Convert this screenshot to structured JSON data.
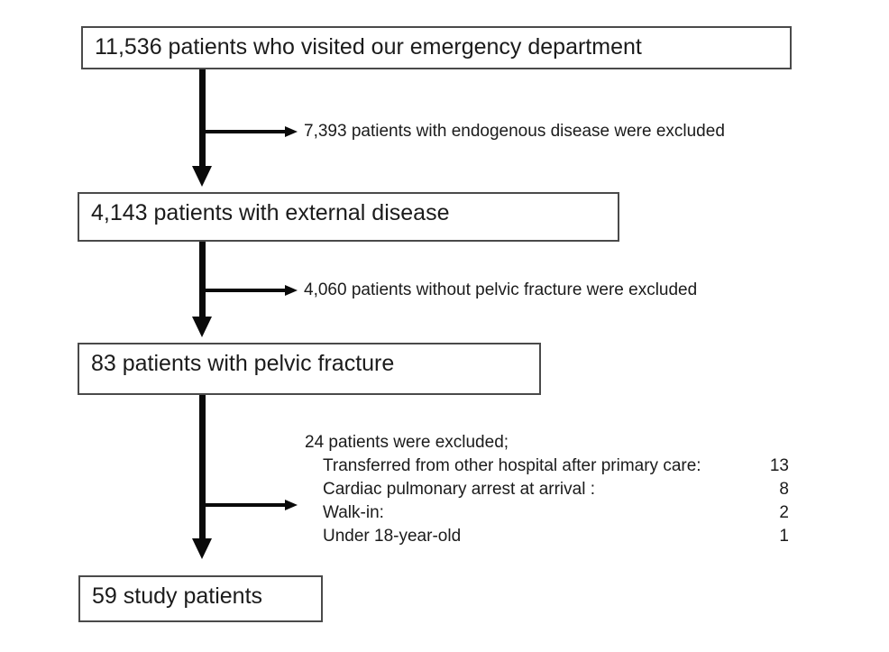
{
  "flowchart": {
    "boxes": [
      {
        "id": "visited-ed",
        "label": "11,536 patients who visited our emergency department"
      },
      {
        "id": "external-disease",
        "label": "4,143 patients with external disease"
      },
      {
        "id": "pelvic-fracture",
        "label": "83 patients with pelvic fracture"
      },
      {
        "id": "study-patients",
        "label": "59 study patients"
      }
    ],
    "exclusions": [
      {
        "text": "7,393 patients with endogenous disease were excluded"
      },
      {
        "text": "4,060 patients without pelvic fracture were excluded"
      },
      {
        "header": "24 patients were excluded;",
        "items": [
          {
            "label": "Transferred from other hospital after primary care:",
            "value": "13"
          },
          {
            "label": "Cardiac pulmonary arrest at arrival :",
            "value": "8"
          },
          {
            "label": "Walk-in:",
            "value": "2"
          },
          {
            "label": "Under 18-year-old",
            "value": "1"
          }
        ]
      }
    ],
    "colors": {
      "arrow": "#0a0a0a",
      "box_border": "#4a4a4a",
      "text": "#1b1b1b",
      "background": "#ffffff"
    }
  }
}
